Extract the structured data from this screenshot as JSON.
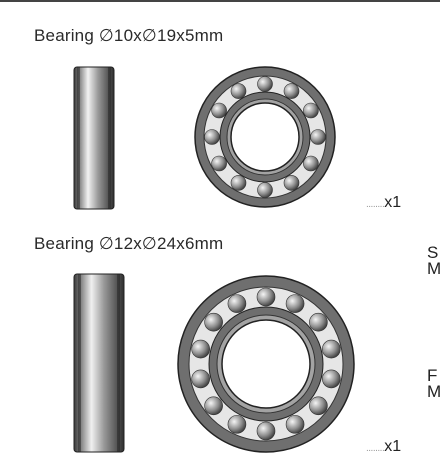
{
  "parts": [
    {
      "title": "Bearing ∅10x∅19x5mm",
      "qty_dots": "........",
      "qty": "x1"
    },
    {
      "title": "Bearing ∅12x∅24x6mm",
      "qty_dots": "........",
      "qty": "x1"
    }
  ],
  "side_letters": [
    "S",
    "M",
    "F",
    "M"
  ]
}
